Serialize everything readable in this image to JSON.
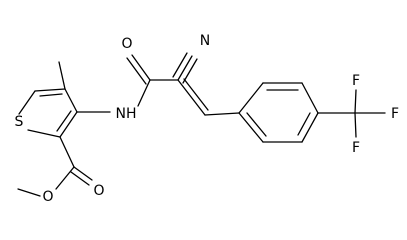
{
  "atom_labels": {
    "sulfur": "S",
    "nh": "NH",
    "carbonyl_oxygen_top": "O",
    "nitrile_nitrogen": "N",
    "fluorine_1": "F",
    "fluorine_2": "F",
    "fluorine_3": "F",
    "ester_oxygen_carbonyl": "O",
    "ester_oxygen_methoxy": "O"
  }
}
